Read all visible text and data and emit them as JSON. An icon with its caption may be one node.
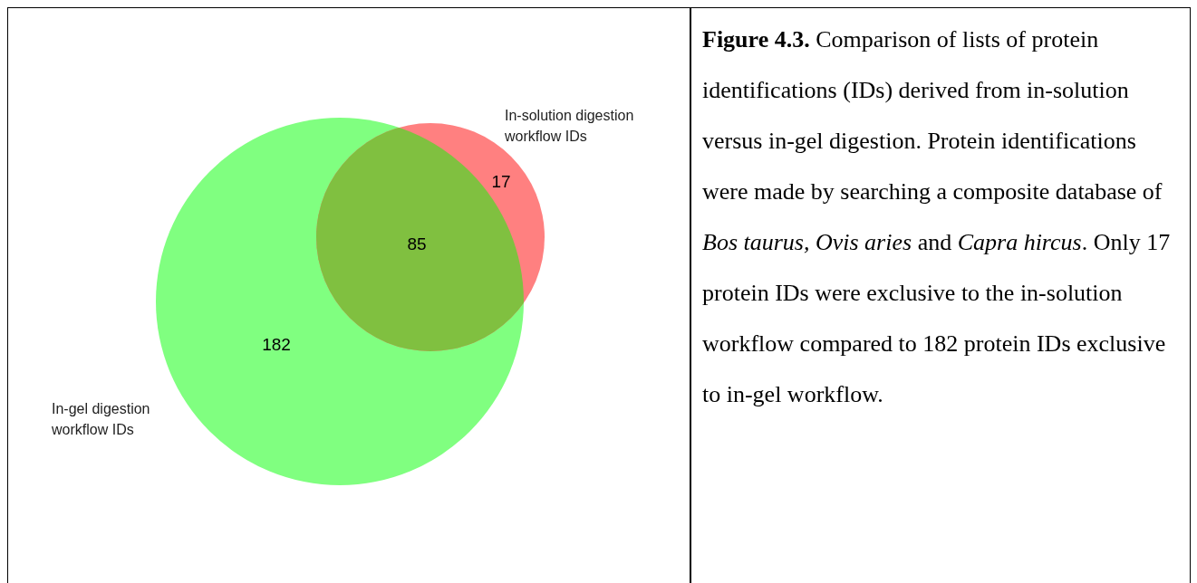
{
  "diagram": {
    "caption": "**Figure 4.3.** Comparison of lists of protein identifications (IDs) derived from in-solution versus in-gel digestion. Protein identifications were made by searching a composite database of *Bos taurus, Ovis aries* and *Capra hircus*. Only 17 protein IDs were exclusive to the in-solution workflow compared to 182 protein IDs exclusive to in-gel workflow.",
    "nodes": [
      {
        "text": [
          "In-gel digestion workflow IDs",
          "182"
        ]
      },
      {
        "text": [
          "In-solution digestion workflow IDs",
          "17"
        ]
      }
    ],
    "labels": [
      "85"
    ]
  }
}
